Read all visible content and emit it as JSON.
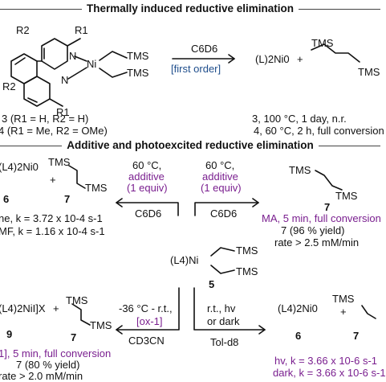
{
  "header1": "Thermally induced reductive elimination",
  "header2": "Additive and photoexcited reductive elimination",
  "ligand_substituents": {
    "r1": "R1",
    "r2": "R2",
    "r1b": "R1",
    "r2b": "R2"
  },
  "complex_atoms": {
    "n1": "N",
    "n2": "N",
    "ni": "Ni",
    "tms_a": "TMS",
    "tms_b": "TMS"
  },
  "thermal": {
    "solvent": "C6D6",
    "order": "[first order]",
    "product_nickel": "(L)2Ni0",
    "plus": "+",
    "product_tms_a": "TMS",
    "product_tms_b": "TMS",
    "cmpd3_label": "3 (R1 = H, R2 = H)",
    "cmpd4_label": "4 (R1 = Me, R2 = OMe)",
    "result3": "3, 100 °C, 1 day, n.r.",
    "result4": "4, 60 °C, 2 h, full conversion"
  },
  "center": {
    "nickel": "(L4)Ni",
    "tms_a": "TMS",
    "tms_b": "TMS",
    "number": "5"
  },
  "upper_left": {
    "temp": "60 °C,",
    "additive": "additive",
    "equiv": "(1 equiv)",
    "solvent": "C6D6",
    "nickel": "(L4)2Ni0",
    "plus": "+",
    "tms_a": "TMS",
    "tms_b": "TMS",
    "num_ni": "6",
    "num_7": "7",
    "rate1": "ne, k = 3.72 x 10-4 s-1",
    "rate2": "MF, k = 1.16 x 10-4 s-1"
  },
  "upper_right": {
    "temp": "60 °C,",
    "additive": "additive",
    "equiv": "(1 equiv)",
    "solvent": "C6D6",
    "tms_a": "TMS",
    "tms_b": "TMS",
    "num_7": "7",
    "line1": "MA, 5 min, full conversion",
    "line2": "7 (96 % yield)",
    "line3": "rate > 2.5 mM/min"
  },
  "lower_left": {
    "temp": "-36 °C - r.t.,",
    "oxidant": "[ox-1]",
    "solvent": "CD3CN",
    "nickel": "(L4)2NiI]X",
    "plus": "+",
    "tms_a": "TMS",
    "tms_b": "TMS",
    "num_9": "9",
    "num_7": "7",
    "line1": "1], 5 min, full conversion",
    "line2": "7 (80 % yield)",
    "line3": "rate > 2.0 mM/min"
  },
  "lower_right": {
    "cond1": "r.t., hv",
    "cond2": "or dark",
    "solvent": "Tol-d8",
    "nickel": "(L4)2Ni0",
    "plus": "+",
    "tms_a": "TMS",
    "num_6": "6",
    "num_7": "7",
    "hv_line": "hv, k = 3.66 x 10-6 s-1",
    "dark_line": "dark, k = 3.66 x 10-6 s-1"
  },
  "colors": {
    "purple": "#7a1f8f",
    "blue": "#1f4e8c",
    "text": "#111111",
    "rule": "#444444"
  }
}
